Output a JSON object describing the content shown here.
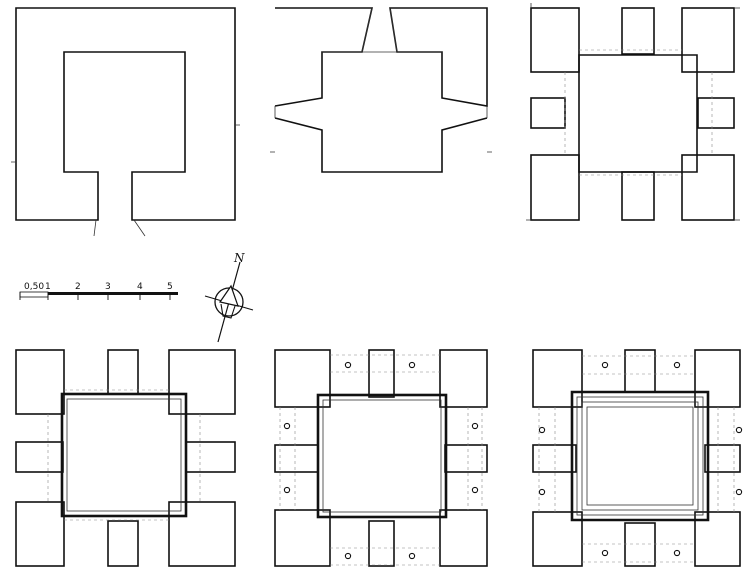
{
  "north_label": "N",
  "scale_bar": {
    "labels": [
      "0,50",
      "1",
      "2",
      "3",
      "4",
      "5"
    ]
  }
}
